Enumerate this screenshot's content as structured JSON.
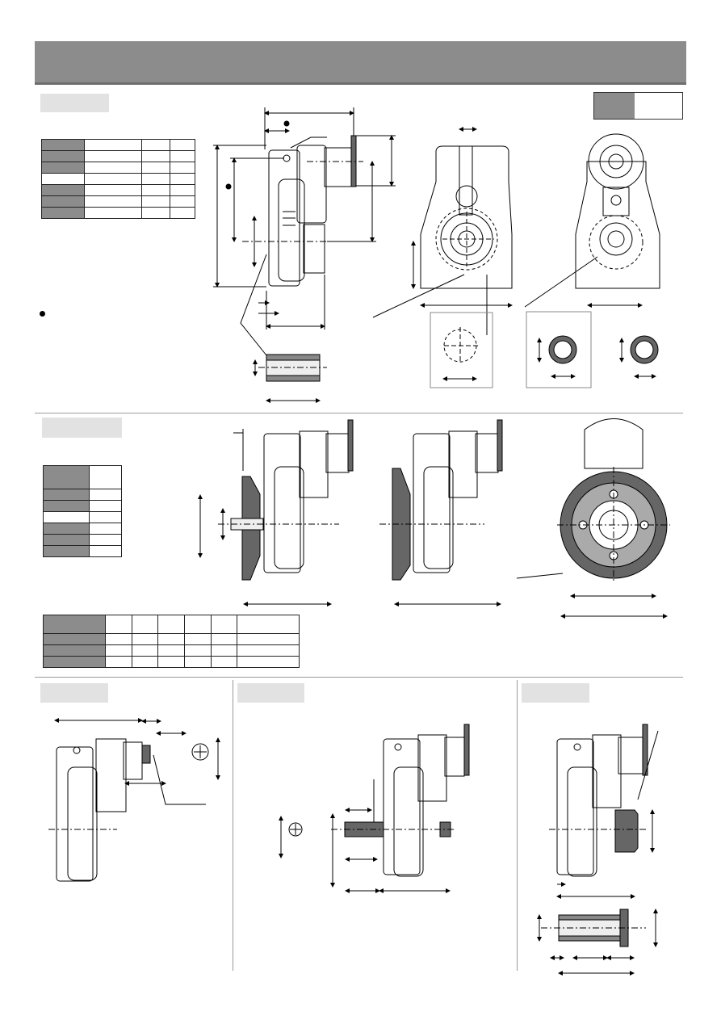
{
  "page": {
    "header": {
      "title": ""
    },
    "badge": {
      "left": "",
      "right": ""
    },
    "sections": [
      {
        "id": "top",
        "tab": ""
      },
      {
        "id": "middle",
        "tab": ""
      },
      {
        "id": "bottom-left",
        "tab": ""
      },
      {
        "id": "bottom-center",
        "tab": ""
      },
      {
        "id": "bottom-right",
        "tab": ""
      }
    ],
    "bullet_note": ""
  },
  "colors": {
    "header_bar": "#8c8c8c",
    "tab_fill": "#e2e2e2",
    "table_header": "#8c8c8c",
    "part_shade": "#666666",
    "line": "#000000"
  },
  "icons": [
    "bullet-dot-icon",
    "centre-mark-icon"
  ]
}
